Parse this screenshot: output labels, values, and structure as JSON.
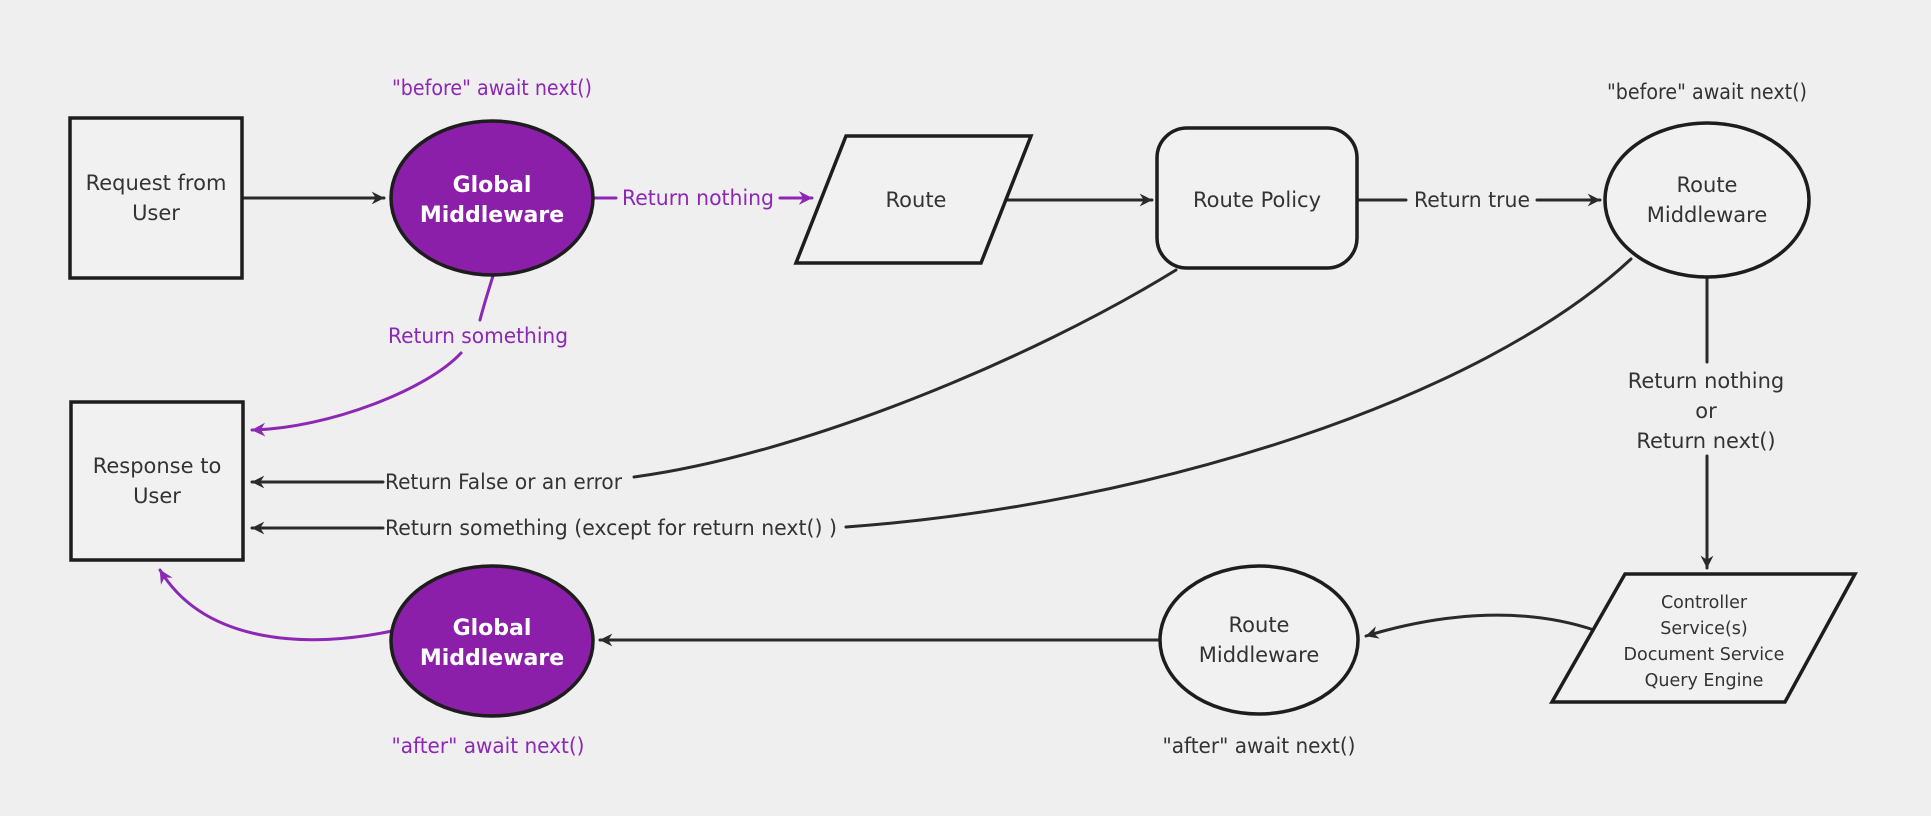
{
  "colors": {
    "bg": "#efefef",
    "node_fill": "#f1f1f1",
    "node_stroke": "#1d1d1d",
    "edge_stroke": "#2a2a2a",
    "text_color": "#333333",
    "purple_fill": "#8b1fa9",
    "purple_accent": "#8c28b4",
    "white_text": "#ffffff"
  },
  "diagram": {
    "type": "flowchart",
    "nodes": {
      "request": {
        "shape": "rectangle",
        "lines": [
          "Request from",
          "User"
        ]
      },
      "global_middleware_top": {
        "shape": "ellipse",
        "lines": [
          "Global",
          "Middleware"
        ]
      },
      "route": {
        "shape": "parallelogram",
        "lines": [
          "Route"
        ]
      },
      "route_policy": {
        "shape": "rounded-rectangle",
        "lines": [
          "Route Policy"
        ]
      },
      "route_middleware_top": {
        "shape": "ellipse",
        "lines": [
          "Route",
          "Middleware"
        ]
      },
      "controller": {
        "shape": "parallelogram",
        "lines": [
          "Controller",
          "Service(s)",
          "Document Service",
          "Query Engine"
        ]
      },
      "route_middleware_bottom": {
        "shape": "ellipse",
        "lines": [
          "Route",
          "Middleware"
        ]
      },
      "global_middleware_bottom": {
        "shape": "ellipse",
        "lines": [
          "Global",
          "Middleware"
        ]
      },
      "response": {
        "shape": "rectangle",
        "lines": [
          "Response to",
          "User"
        ]
      }
    },
    "edge_labels": {
      "before_await_top_left": "\"before\" await next()",
      "return_nothing": "Return nothing",
      "return_true": "Return true",
      "before_await_top_right": "\"before\" await next()",
      "return_something": "Return something",
      "return_nothing_or": {
        "lines": [
          "Return nothing",
          "or",
          "Return next()"
        ]
      },
      "return_false_or_error": "Return False or an error",
      "return_something_except": "Return something (except for return next() )",
      "after_await_left": "\"after\" await next()",
      "after_await_right": "\"after\" await next()"
    }
  }
}
